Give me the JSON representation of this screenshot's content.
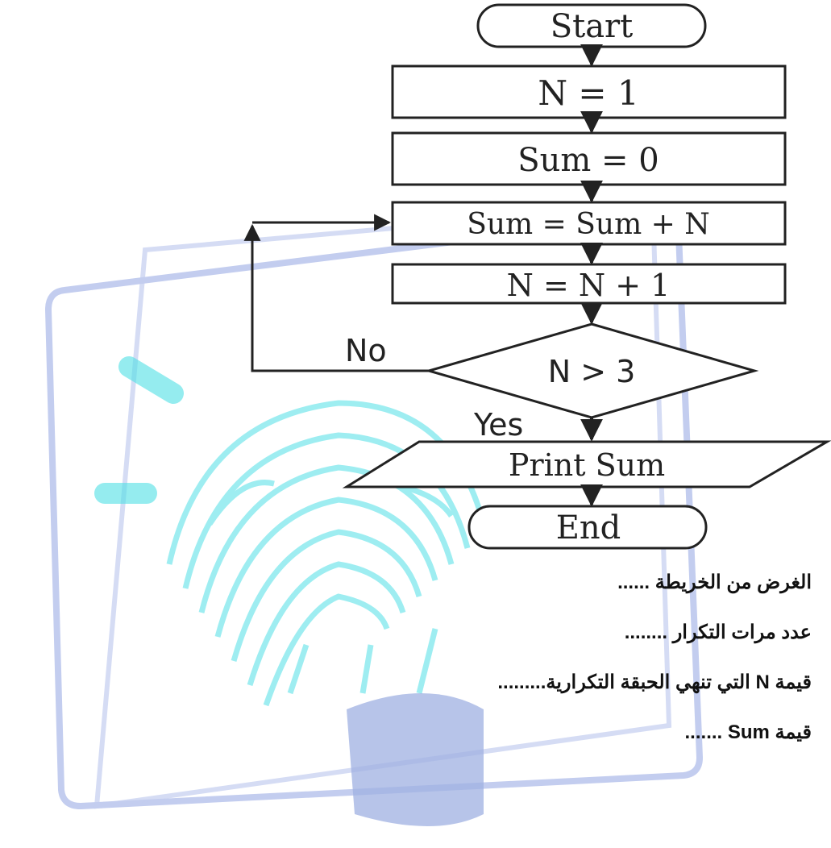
{
  "flowchart": {
    "start": "Start",
    "step_n_init": "N = 1",
    "step_sum_init": "Sum = 0",
    "step_sum_update": "Sum = Sum + N",
    "step_n_update": "N = N + 1",
    "decision": "N > 3",
    "no_label": "No",
    "yes_label": "Yes",
    "output": "Print Sum",
    "end": "End"
  },
  "questions": [
    "الغرض من الخريطة ......",
    "عدد مرات التكرار ........",
    "قيمة N التي تنهي الحبقة التكرارية.........",
    "قيمة Sum ......."
  ],
  "colors": {
    "watermark_blue": "#9fb0e2",
    "watermark_cyan": "#4fe0e6",
    "ink": "#222222"
  }
}
